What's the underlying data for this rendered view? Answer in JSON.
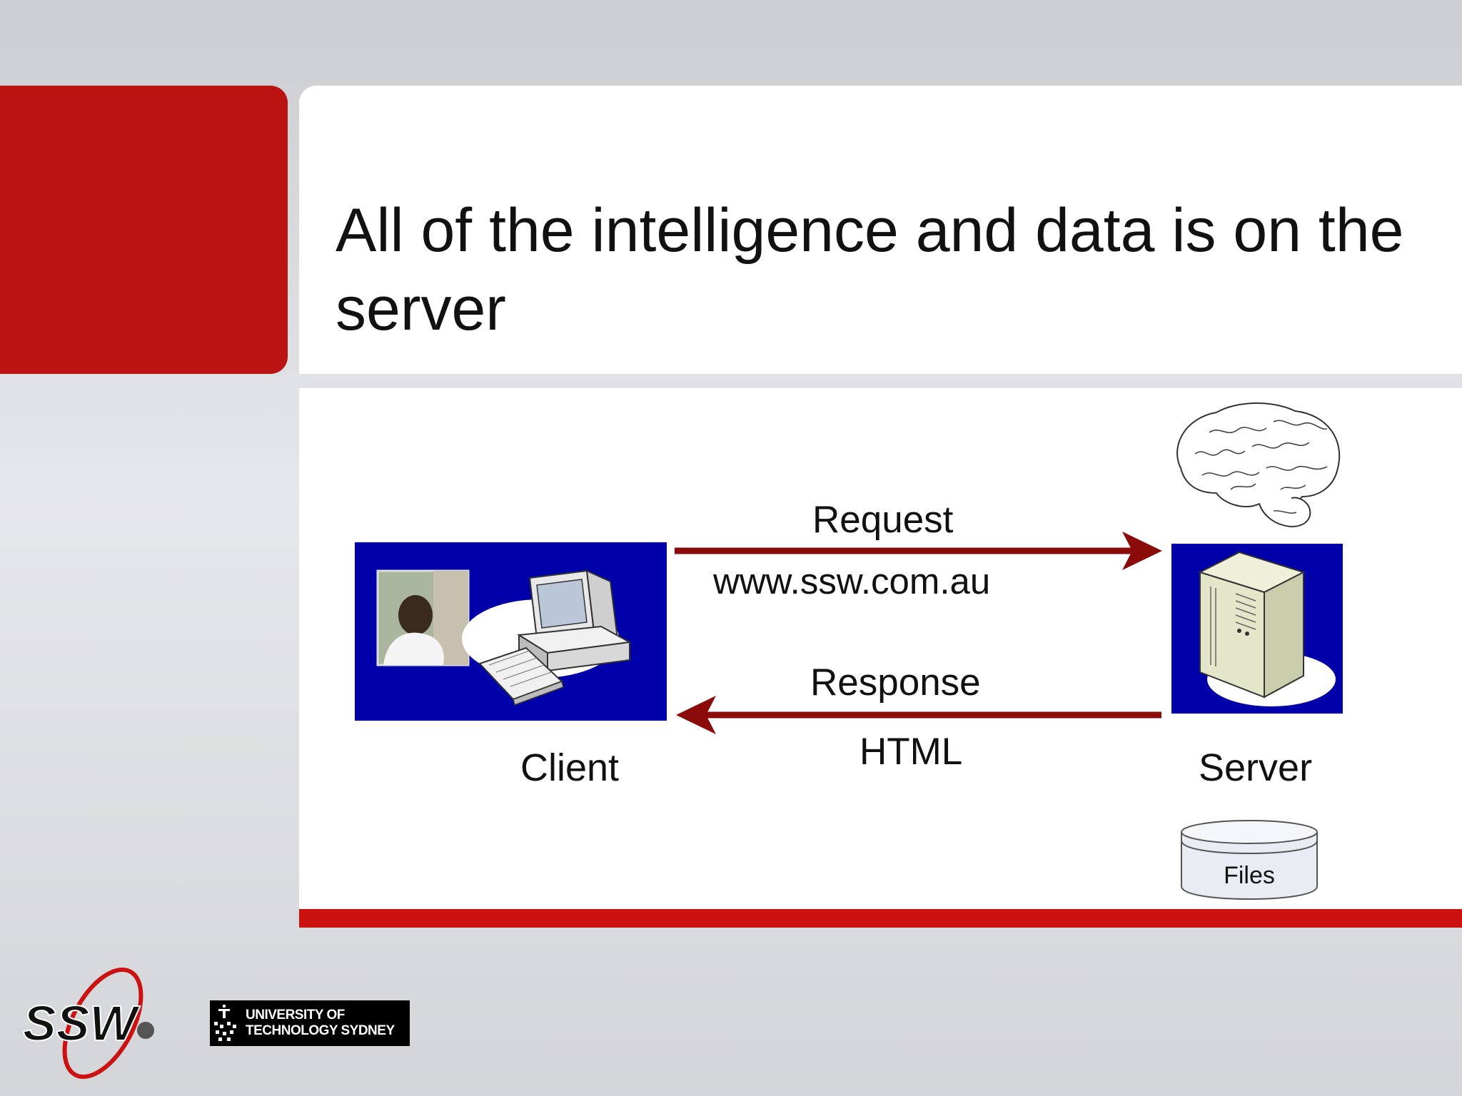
{
  "slide": {
    "title": "All of the intelligence and data is on the server"
  },
  "diagram": {
    "request_label": "Request",
    "request_url": "www.ssw.com.au",
    "response_label": "Response",
    "response_format": "HTML",
    "client_label": "Client",
    "server_label": "Server",
    "files_label": "Files",
    "arrow_color": "#8b0a0a",
    "box_color": "#0000aa"
  },
  "footer": {
    "ssw_logo_text": "SSW",
    "uts_line1": "UNIVERSITY OF",
    "uts_line2": "TECHNOLOGY SYDNEY"
  },
  "colors": {
    "accent_red": "#bb1212",
    "bar_red": "#cc1111"
  }
}
